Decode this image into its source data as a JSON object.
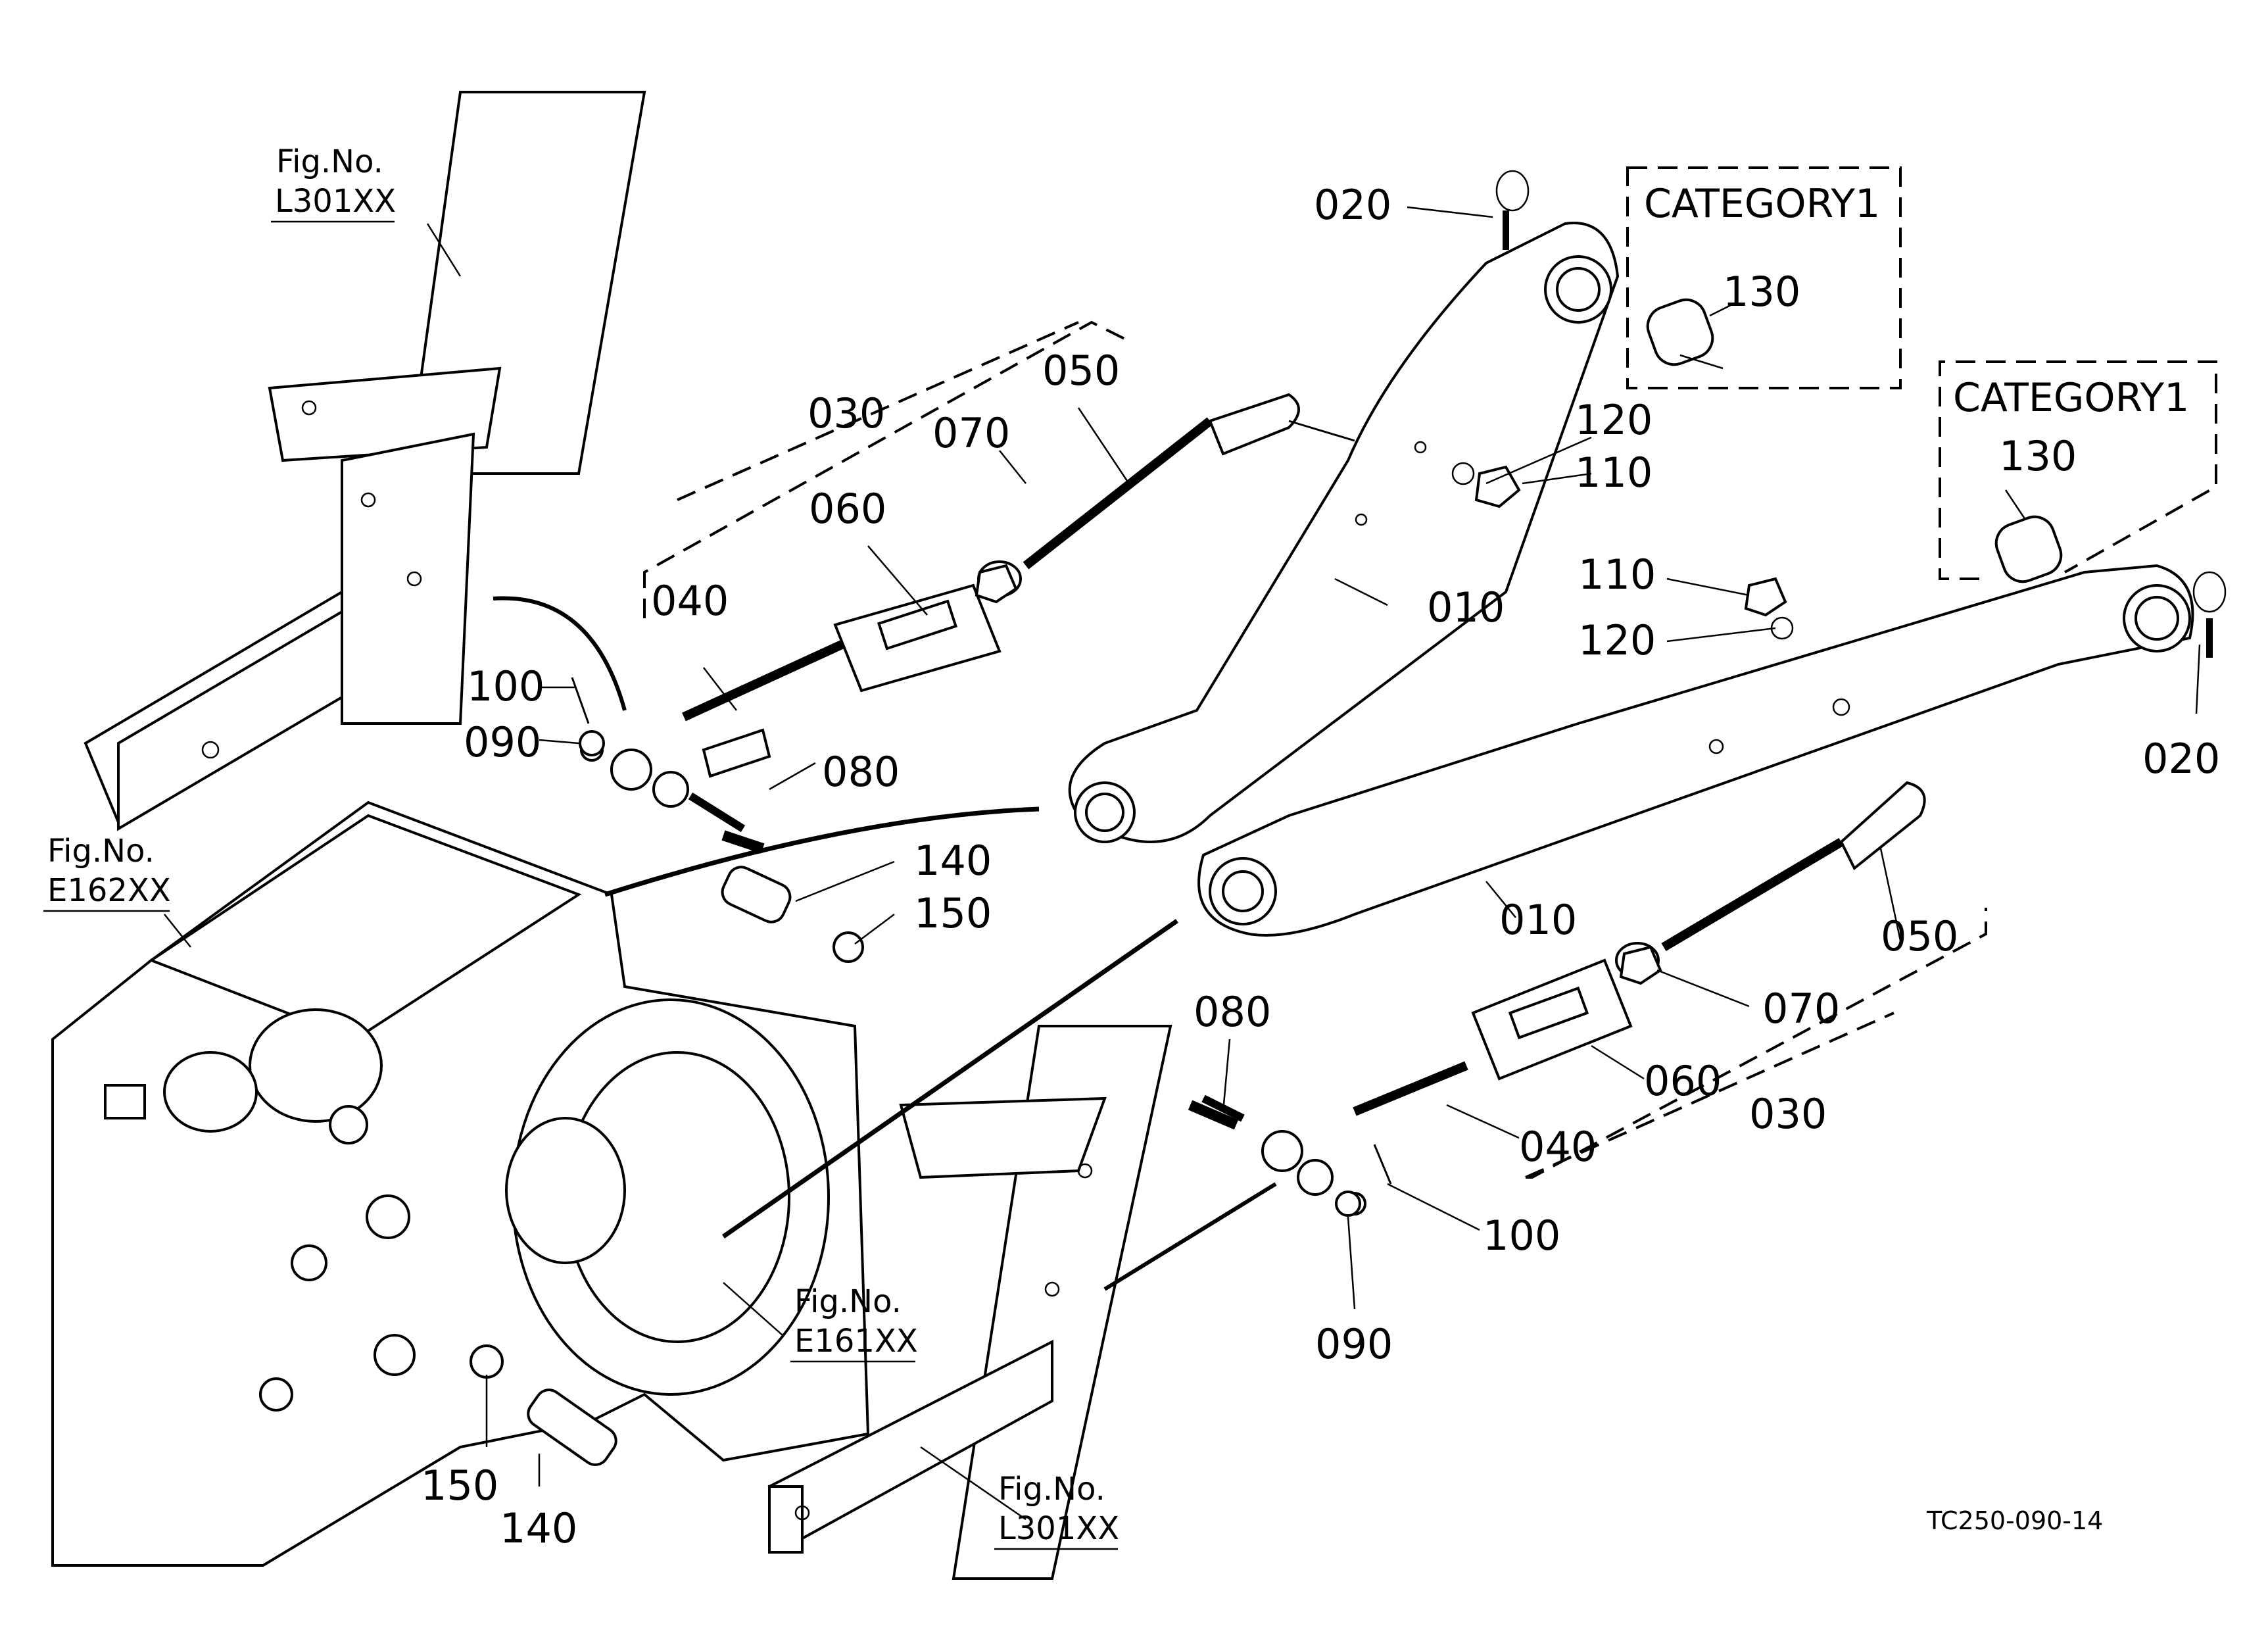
{
  "parts": {
    "p010": "010",
    "p020": "020",
    "p030": "030",
    "p040": "040",
    "p050": "050",
    "p060": "060",
    "p070": "070",
    "p080": "080",
    "p090": "090",
    "p100": "100",
    "p110": "110",
    "p120": "120",
    "p130": "130",
    "p140": "140",
    "p150": "150"
  },
  "category_label": "CATEGORY1",
  "fig_prefix": "Fig.No.",
  "fig_refs": {
    "l301": "L301XX",
    "e162": "E162XX",
    "e161": "E161XX"
  },
  "drawing_code": "TC250-090-14"
}
